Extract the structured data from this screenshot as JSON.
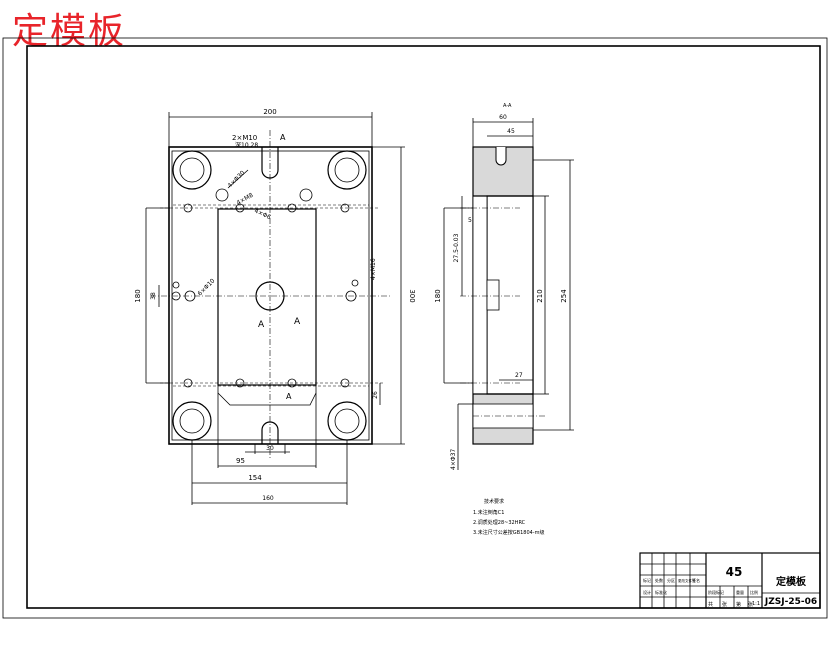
{
  "header": {
    "stamp_title": "定模板"
  },
  "front_view": {
    "dim_width_top": "200",
    "dim_height_right": "300",
    "dim_inner_height": "180",
    "dim_small_left": "38",
    "dim_bottom_inner": "95",
    "dim_bottom_slot": "30",
    "dim_bottom_mid": "154",
    "dim_bottom_overall": "160",
    "dim_right_small": "26",
    "note_slot": "2×M10",
    "note_slot_depth": "深10 28",
    "note_hole_a": "4×Φ30",
    "note_hole_b": "4×M8",
    "note_hole_c": "4×Φ6",
    "note_side": "4×M16",
    "note_side_hole": "6×Φ10",
    "section_a1": "A",
    "section_a2": "A",
    "section_a3": "A",
    "section_a4": "A"
  },
  "side_view": {
    "section_label": "A-A",
    "dim_top_total": "60",
    "dim_top_inner": "45",
    "dim_tol": "27.5-0.03",
    "dim_left": "180",
    "dim_inner": "210",
    "dim_right": "254",
    "dim_small": "27",
    "dim_hole": "4×Φ37",
    "dim_tiny": "5"
  },
  "notes": {
    "heading": "技术要求",
    "items": [
      "1.未注倒角C1",
      "2.调质处理28~32HRC",
      "3.未注尺寸公差按GB1804-m级"
    ]
  },
  "title_block": {
    "material": "45",
    "part_name": "定模板",
    "drawing_no": "JZSJ-25-06",
    "scale": "1:1",
    "row_labels": [
      "标记",
      "处数",
      "分区",
      "更改文件号",
      "签名",
      "年月日"
    ],
    "row_labels2": [
      "设计",
      "标准化",
      "阶段标记",
      "重量",
      "比例"
    ],
    "footer": [
      "共",
      "张",
      "第",
      "张"
    ]
  }
}
